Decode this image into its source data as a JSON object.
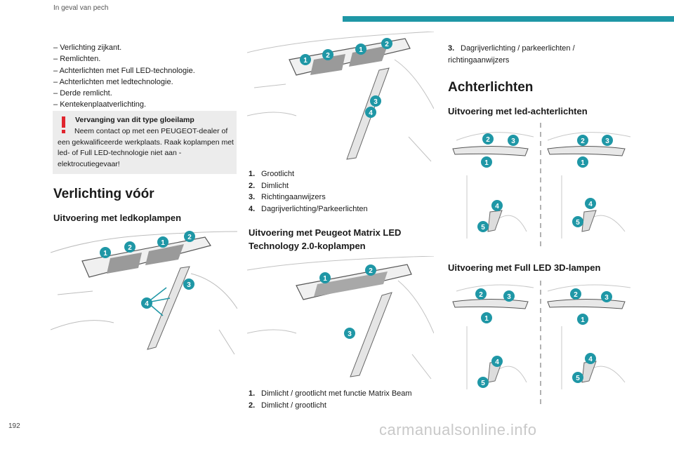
{
  "header": {
    "section": "In geval van pech",
    "accent": "#1f97a6"
  },
  "page_number": "192",
  "col1": {
    "list": [
      "Verlichting zijkant.",
      "Remlichten.",
      "Achterlichten met Full LED-technologie.",
      "Achterlichten met ledtechnologie.",
      "Derde remlicht.",
      "Kentekenplaatverlichting."
    ],
    "warning": {
      "title": "Vervanging van dit type gloeilamp",
      "text": "Neem contact op met een PEUGEOT-dealer of een gekwalificeerde werkplaats. Raak koplampen met led- of Full LED-technologie niet aan - elektrocutiegevaar!"
    },
    "heading": "Verlichting vóór",
    "subheading": "Uitvoering met ledkoplampen"
  },
  "col2": {
    "list1": [
      {
        "n": "1.",
        "t": "Grootlicht"
      },
      {
        "n": "2.",
        "t": "Dimlicht"
      },
      {
        "n": "3.",
        "t": "Richtingaanwijzers"
      },
      {
        "n": "4.",
        "t": "Dagrijverlichting/Parkeerlichten"
      }
    ],
    "subheading": "Uitvoering met Peugeot Matrix LED Technology 2.0-koplampen",
    "list2": [
      {
        "n": "1.",
        "t": "Dimlicht / grootlicht met functie Matrix Beam"
      },
      {
        "n": "2.",
        "t": "Dimlicht / grootlicht"
      }
    ]
  },
  "col3": {
    "item3": {
      "n": "3.",
      "t": "Dagrijverlichting / parkeerlichten / richtingaanwijzers"
    },
    "heading": "Achterlichten",
    "sub1": "Uitvoering met led-achterlichten",
    "sub2": "Uitvoering met Full LED 3D-lampen"
  },
  "badges": {
    "color": "#1f97a6",
    "labels": [
      "1",
      "2",
      "3",
      "4",
      "5"
    ]
  },
  "watermark": "carmanualsonline.info"
}
